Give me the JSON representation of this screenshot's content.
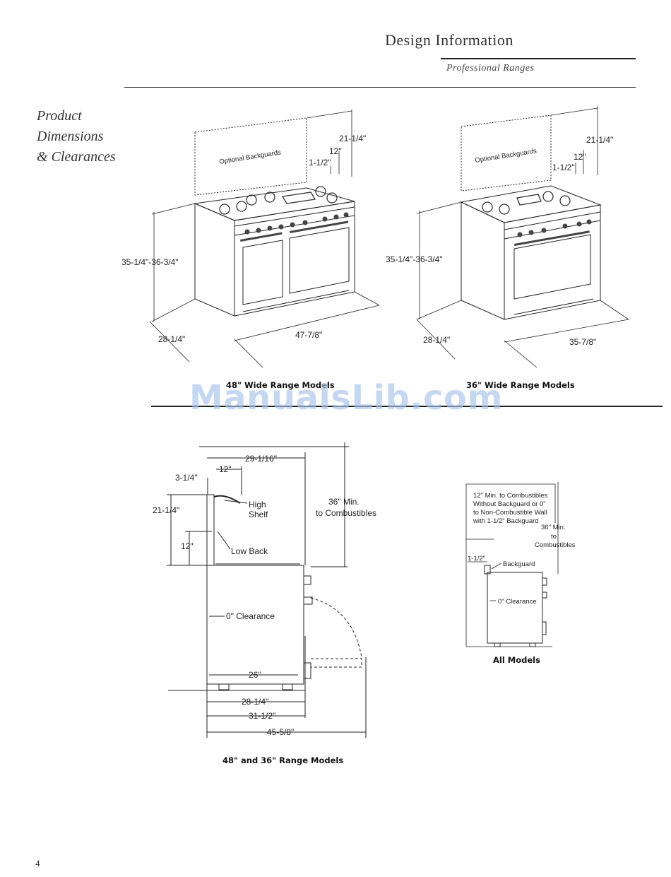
{
  "header": {
    "title": "Design Information",
    "subtitle": "Professional Ranges"
  },
  "section": {
    "title_lines": [
      "Product",
      "Dimensions",
      "& Clearances"
    ]
  },
  "figure_48": {
    "backguard_label": "Optional Backguards",
    "dim_backguard_height": "21-1/4\"",
    "dim_backguard_depth": "12\"",
    "dim_backguard_offset": "1-1/2\"",
    "dim_height": "35-1/4\"-36-3/4\"",
    "dim_depth": "28-1/4\"",
    "dim_width": "47-7/8\"",
    "caption": "48\" Wide Range Models"
  },
  "figure_36": {
    "backguard_label": "Optional Backguards",
    "dim_backguard_height": "21-1/4\"",
    "dim_backguard_depth": "12\"",
    "dim_backguard_offset": "1-1/2\"",
    "dim_height": "35-1/4\"-36-3/4\"",
    "dim_depth": "28-1/4\"",
    "dim_width": "35-7/8\"",
    "caption": "36\" Wide Range Models"
  },
  "watermark": "ManualsLib.com",
  "side_view": {
    "dim_top_depth": "29-1/16\"",
    "dim_shelf_depth": "12\"",
    "dim_shelf_offset": "3-1/4\"",
    "dim_shelf_height": "21-1/4\"",
    "dim_lowback_height": "12\"",
    "label_high_shelf": [
      "High",
      "Shelf"
    ],
    "label_low_back": "Low Back",
    "label_min": [
      "36\" Min.",
      "to Combustibles"
    ],
    "label_clearance": "0\" Clearance",
    "dim_26": "26\"",
    "dim_28": "28-1/4\"",
    "dim_31": "31-1/2\"",
    "dim_45": "45-5/8\"",
    "caption": "48\" and 36\" Range Models"
  },
  "all_models": {
    "note_lines": [
      "12\" Min. to Combustibles",
      "Without Backguard or 0\"",
      "to Non-Combustible Wall",
      "with 1-1/2\" Backguard"
    ],
    "label_min": [
      "36\" Min.",
      "to",
      "Combustibles"
    ],
    "dim_offset": "1-1/2\"",
    "label_backguard": "Backguard",
    "label_clearance": "0\" Clearance",
    "caption": "All Models"
  },
  "page_number": "4"
}
